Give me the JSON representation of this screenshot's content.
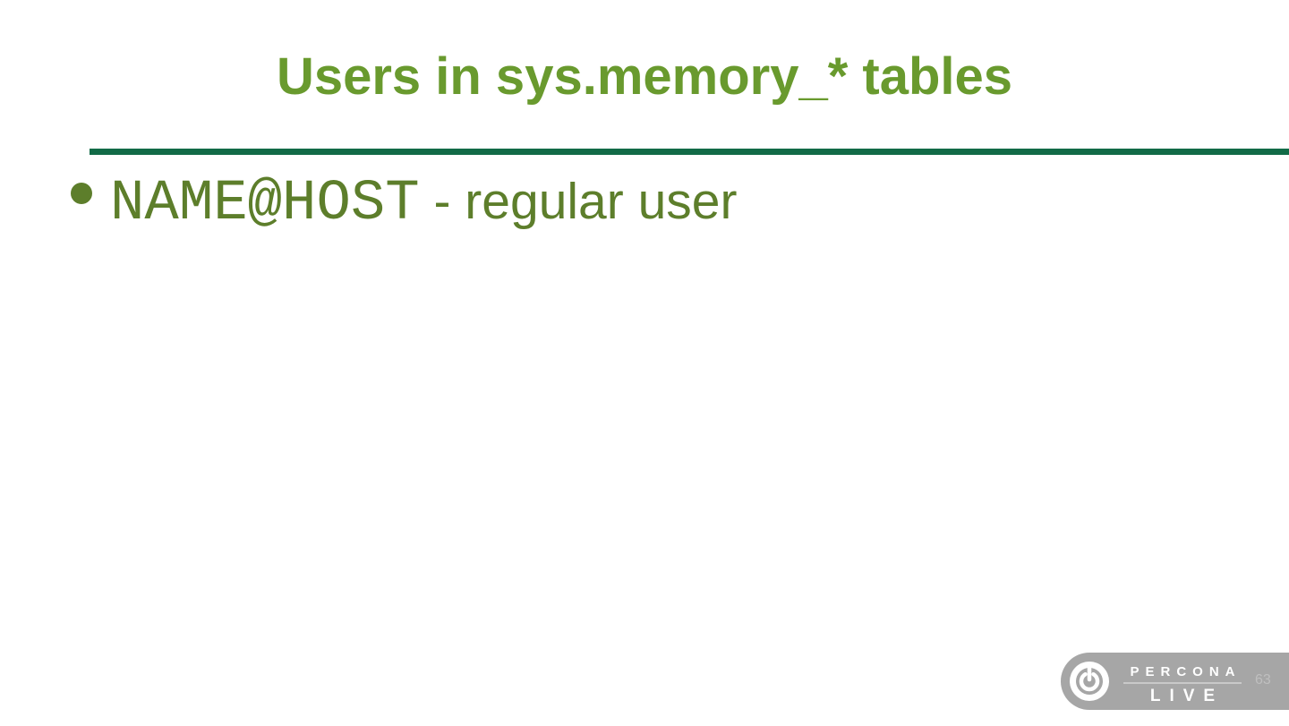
{
  "slide": {
    "title": "Users in sys.memory_* tables",
    "bullet": {
      "code": "NAME@HOST",
      "description": " - regular user"
    },
    "page_number": "63"
  },
  "logo": {
    "icon": "power-icon",
    "line1": "PERCONA",
    "line2": "LIVE"
  },
  "colors": {
    "title_green": "#699a2e",
    "body_green": "#5d7e2b",
    "rule_green": "#126b47",
    "bar_gray": "#a6a6a6",
    "page_gray": "#bfbfbf",
    "underline_gray": "#c9c9c9"
  }
}
